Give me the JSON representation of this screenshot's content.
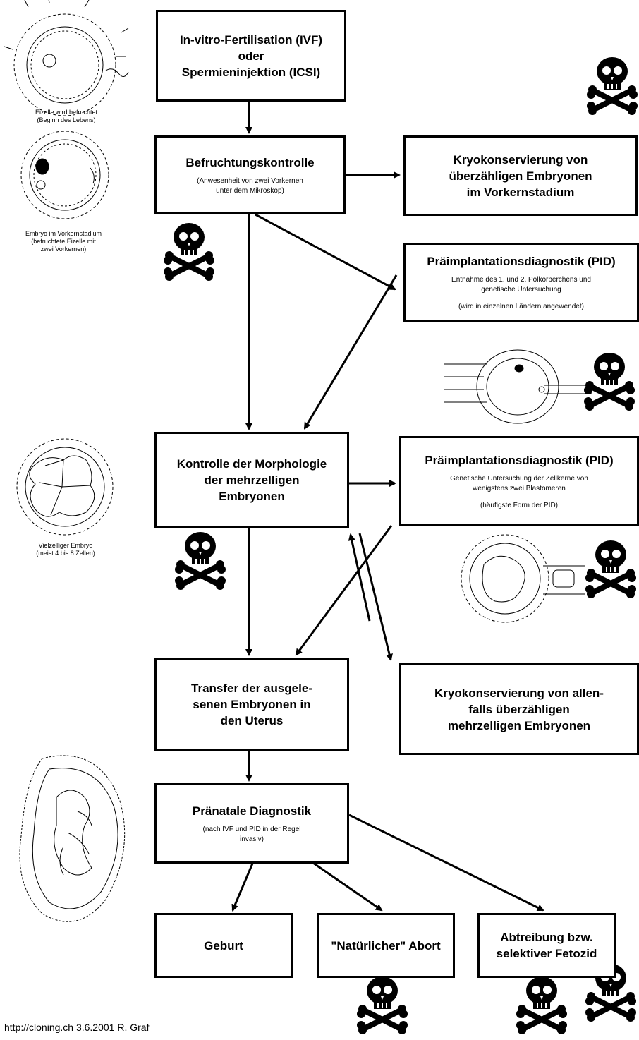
{
  "boxes": {
    "ivf": {
      "title": "In-vitro-Fertilisation (IVF)\noder\nSpermieninjektion (ICSI)"
    },
    "befruchtung": {
      "title": "Befruchtungskontrolle",
      "sub": "(Anwesenheit von zwei Vorkernen\nunter dem Mikroskop)"
    },
    "kryo1": {
      "title": "Kryokonservierung von\nüberzähligen Embryonen\nim Vorkernstadium"
    },
    "pid1": {
      "title": "Präimplantationsdiagnostik (PID)",
      "sub": "Entnahme des 1. und 2. Polkörperchens und\ngenetische Untersuchung",
      "sub2": "(wird in einzelnen Ländern angewendet)"
    },
    "morph": {
      "title": "Kontrolle der Morphologie\nder mehrzelligen\nEmbryonen"
    },
    "pid2": {
      "title": "Präimplantationsdiagnostik (PID)",
      "sub": "Genetische Untersuchung der Zellkerne von\nwenigstens zwei Blastomeren",
      "sub2": "(häufigste Form der PID)"
    },
    "transfer": {
      "title": "Transfer der ausgele-\nsenen Embryonen in\nden Uterus"
    },
    "kryo2": {
      "title": "Kryokonservierung von allen-\nfalls überzähligen\nmehrzelligen Embryonen"
    },
    "praenatal": {
      "title": "Pränatale Diagnostik",
      "sub": "(nach IVF und PID in der Regel\ninvasiv)"
    },
    "geburt": {
      "title": "Geburt"
    },
    "abort": {
      "title": "\"Natürlicher\" Abort"
    },
    "abtreibung": {
      "title": "Abtreibung bzw.\nselektiver Fetozid"
    }
  },
  "captions": {
    "egg": "Eizelle wird befruchtet\n(Beginn des Lebens)",
    "vorkern": "Embryo im Vorkernstadium\n(befruchtete Eizelle mit\nzwei Vorkernen)",
    "achtzeller": "Vielzelliger Embryo\n(meist 4 bis 8 Zellen)"
  },
  "footer": "http://cloning.ch   3.6.2001 R. Graf"
}
